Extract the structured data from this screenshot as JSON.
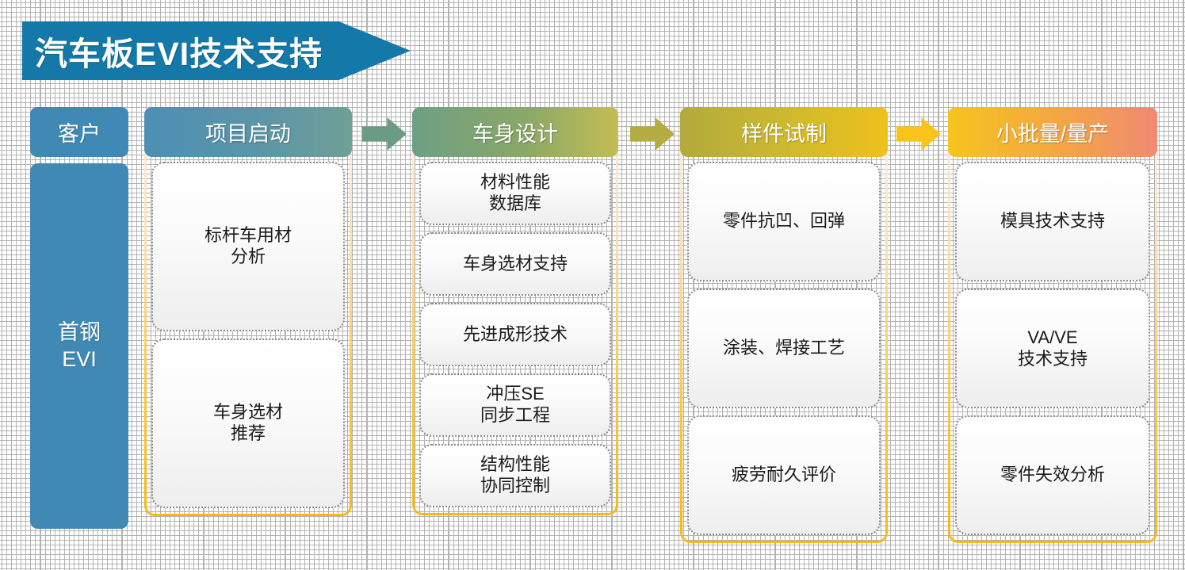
{
  "title": {
    "text": "汽车板EVI技术支持",
    "banner_color": "#1479a8",
    "shape": "right-arrow-pentagon"
  },
  "customer_column": {
    "header_label": "客户",
    "body_label": "首钢\nEVI",
    "body_line_1": "首钢",
    "body_line_2": "EVI",
    "color": "#4189b5"
  },
  "arrows": [
    {
      "name": "arrow-stage1-to-stage2",
      "color": "#6b9b83",
      "glyph": "right-arrow-icon"
    },
    {
      "name": "arrow-stage2-to-stage3",
      "color": "#b5ad43",
      "glyph": "right-arrow-icon"
    },
    {
      "name": "arrow-stage3-to-stage4",
      "color": "#f8c41b",
      "glyph": "right-arrow-icon"
    }
  ],
  "container_border": {
    "top_color": "#ffecd7",
    "bottom_color": "#f9b811"
  },
  "stages": [
    {
      "id": "stage-1",
      "header": "项目启动",
      "header_gradient": [
        "#4d8fb5",
        "#6fa096"
      ],
      "cards": [
        {
          "lines": [
            "标杆车用材",
            "分析"
          ]
        },
        {
          "lines": [
            "车身选材",
            "推荐"
          ]
        }
      ]
    },
    {
      "id": "stage-2",
      "header": "车身设计",
      "header_gradient": [
        "#6e9f84",
        "#c3bd55"
      ],
      "cards": [
        {
          "lines": [
            "材料性能",
            "数据库"
          ]
        },
        {
          "lines": [
            "车身选材支持"
          ]
        },
        {
          "lines": [
            "先进成形技术"
          ]
        },
        {
          "lines": [
            "冲压SE",
            "同步工程"
          ]
        },
        {
          "lines": [
            "结构性能",
            "协同控制"
          ]
        }
      ]
    },
    {
      "id": "stage-3",
      "header": "样件试制",
      "header_gradient": [
        "#b2aa3e",
        "#eec01c"
      ],
      "cards": [
        {
          "lines": [
            "零件抗凹、回弹"
          ]
        },
        {
          "lines": [
            "涂装、焊接工艺"
          ]
        },
        {
          "lines": [
            "疲劳耐久评价"
          ]
        }
      ]
    },
    {
      "id": "stage-4",
      "header": "小批量/量产",
      "header_gradient": [
        "#f6c41e",
        "#ef8a74"
      ],
      "cards": [
        {
          "lines": [
            "模具技术支持"
          ]
        },
        {
          "lines": [
            "VA/VE",
            "技术支持"
          ]
        },
        {
          "lines": [
            "零件失效分析"
          ]
        }
      ]
    }
  ]
}
